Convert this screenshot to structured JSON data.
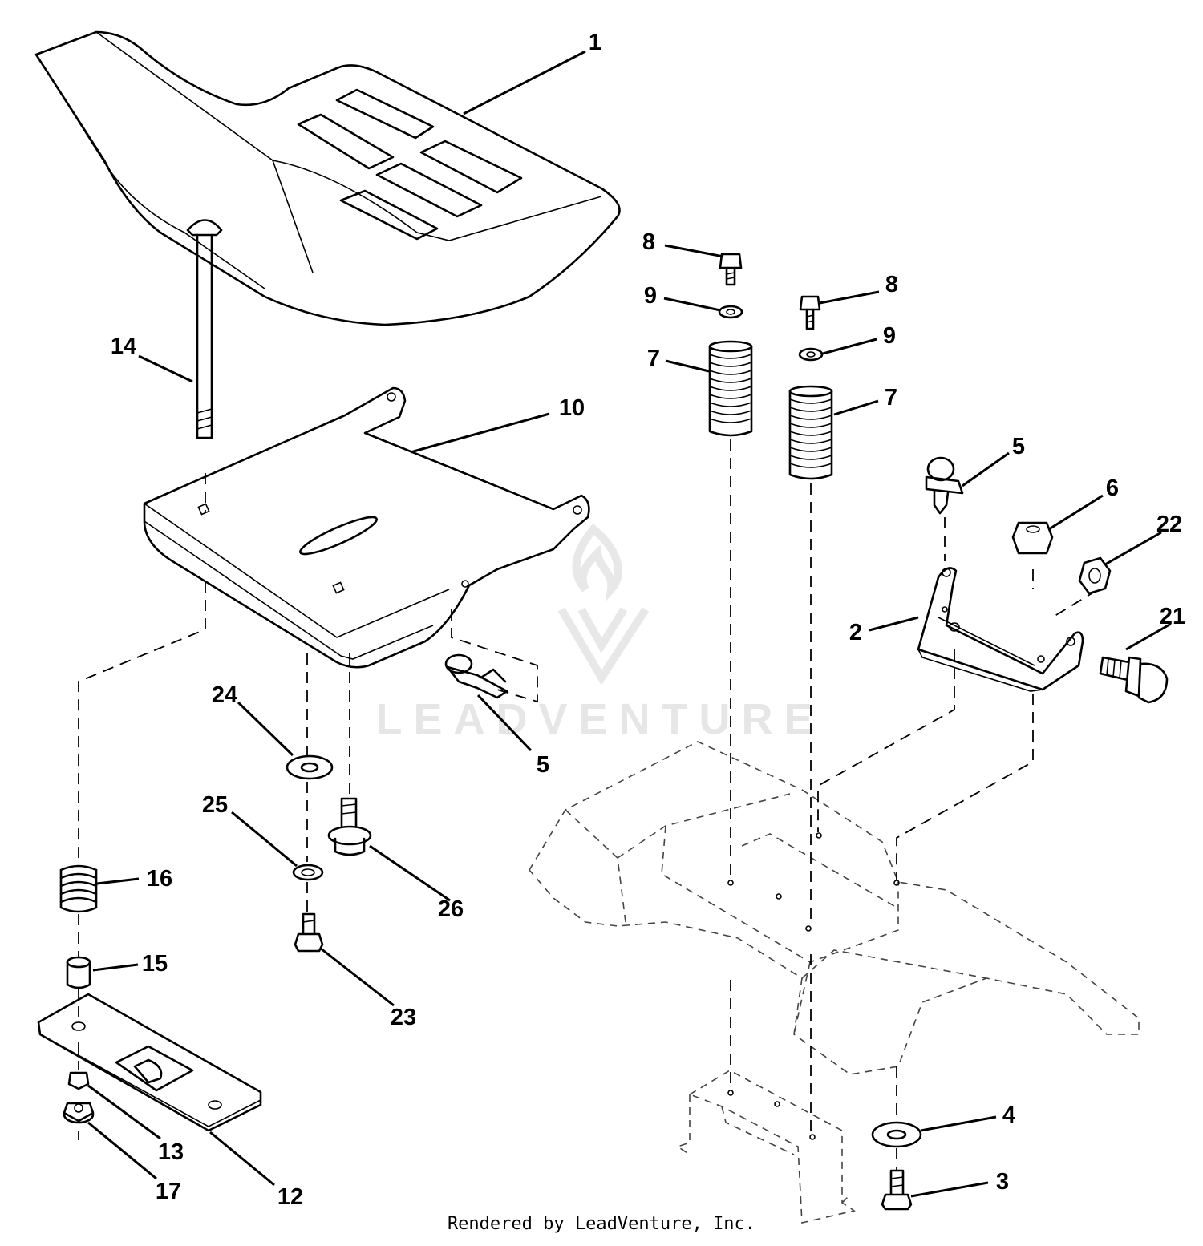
{
  "watermark": {
    "text": "LEADVENTURE"
  },
  "footer": {
    "text": "Rendered by LeadVenture, Inc."
  },
  "callouts": [
    {
      "id": "c1",
      "label": "1"
    },
    {
      "id": "c2",
      "label": "2"
    },
    {
      "id": "c3",
      "label": "3"
    },
    {
      "id": "c4",
      "label": "4"
    },
    {
      "id": "c5a",
      "label": "5"
    },
    {
      "id": "c5b",
      "label": "5"
    },
    {
      "id": "c6",
      "label": "6"
    },
    {
      "id": "c7a",
      "label": "7"
    },
    {
      "id": "c7b",
      "label": "7"
    },
    {
      "id": "c8a",
      "label": "8"
    },
    {
      "id": "c8b",
      "label": "8"
    },
    {
      "id": "c9a",
      "label": "9"
    },
    {
      "id": "c9b",
      "label": "9"
    },
    {
      "id": "c10",
      "label": "10"
    },
    {
      "id": "c12",
      "label": "12"
    },
    {
      "id": "c13",
      "label": "13"
    },
    {
      "id": "c14",
      "label": "14"
    },
    {
      "id": "c15",
      "label": "15"
    },
    {
      "id": "c16",
      "label": "16"
    },
    {
      "id": "c17",
      "label": "17"
    },
    {
      "id": "c21",
      "label": "21"
    },
    {
      "id": "c22",
      "label": "22"
    },
    {
      "id": "c23",
      "label": "23"
    },
    {
      "id": "c24",
      "label": "24"
    },
    {
      "id": "c25",
      "label": "25"
    },
    {
      "id": "c26",
      "label": "26"
    }
  ]
}
